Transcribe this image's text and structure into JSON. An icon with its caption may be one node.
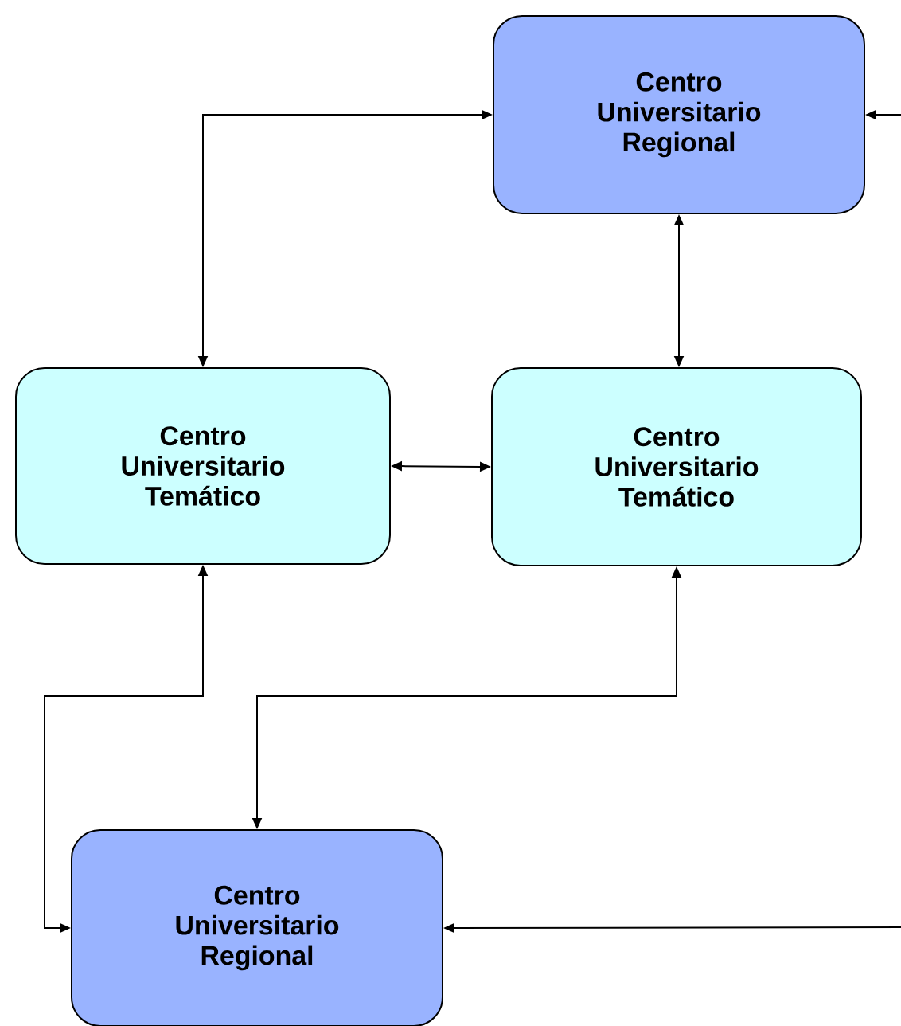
{
  "diagram": {
    "nodes": [
      {
        "text": [
          "Centro Universitario Regional"
        ]
      },
      {
        "text": [
          "Centro Universitario Temático"
        ]
      },
      {
        "text": [
          "Centro Universitario Temático"
        ]
      },
      {
        "text": [
          "Centro Universitario Regional"
        ]
      }
    ],
    "edges": [
      {
        "from": 1,
        "to": 0,
        "arrow": "both"
      },
      {
        "from": 0,
        "to": 2,
        "arrow": "both"
      },
      {
        "from": 1,
        "to": 2,
        "arrow": "both"
      },
      {
        "from": 3,
        "to": 1,
        "arrow": "both"
      },
      {
        "from": 2,
        "to": 3,
        "arrow": "both"
      },
      {
        "from": null,
        "to": 0,
        "arrow": "to"
      },
      {
        "from": null,
        "to": 3,
        "arrow": "to"
      }
    ]
  }
}
